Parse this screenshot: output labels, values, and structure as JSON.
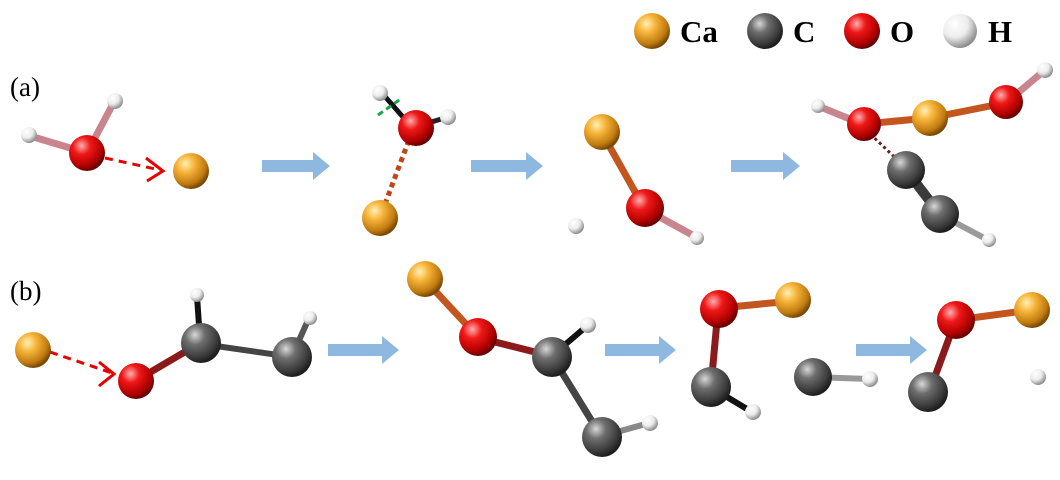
{
  "legend": {
    "items": [
      {
        "element": "Ca",
        "label": "Ca",
        "color": "#f5a623"
      },
      {
        "element": "C",
        "label": "C",
        "color": "#5a5a5a"
      },
      {
        "element": "O",
        "label": "O",
        "color": "#e60000"
      },
      {
        "element": "H",
        "label": "H",
        "color": "#f2f2f2"
      }
    ]
  },
  "panels": [
    {
      "id": "a",
      "label": "(a)"
    },
    {
      "id": "b",
      "label": "(b)"
    }
  ],
  "colors": {
    "Ca": "#f5a623",
    "C": "#5a5a5a",
    "O": "#e60000",
    "H": "#f2f2f2",
    "arrow": "#8eb8e0",
    "dashed_arrow": "#e60000",
    "bond_breaking_mark": "#1aa34a"
  }
}
